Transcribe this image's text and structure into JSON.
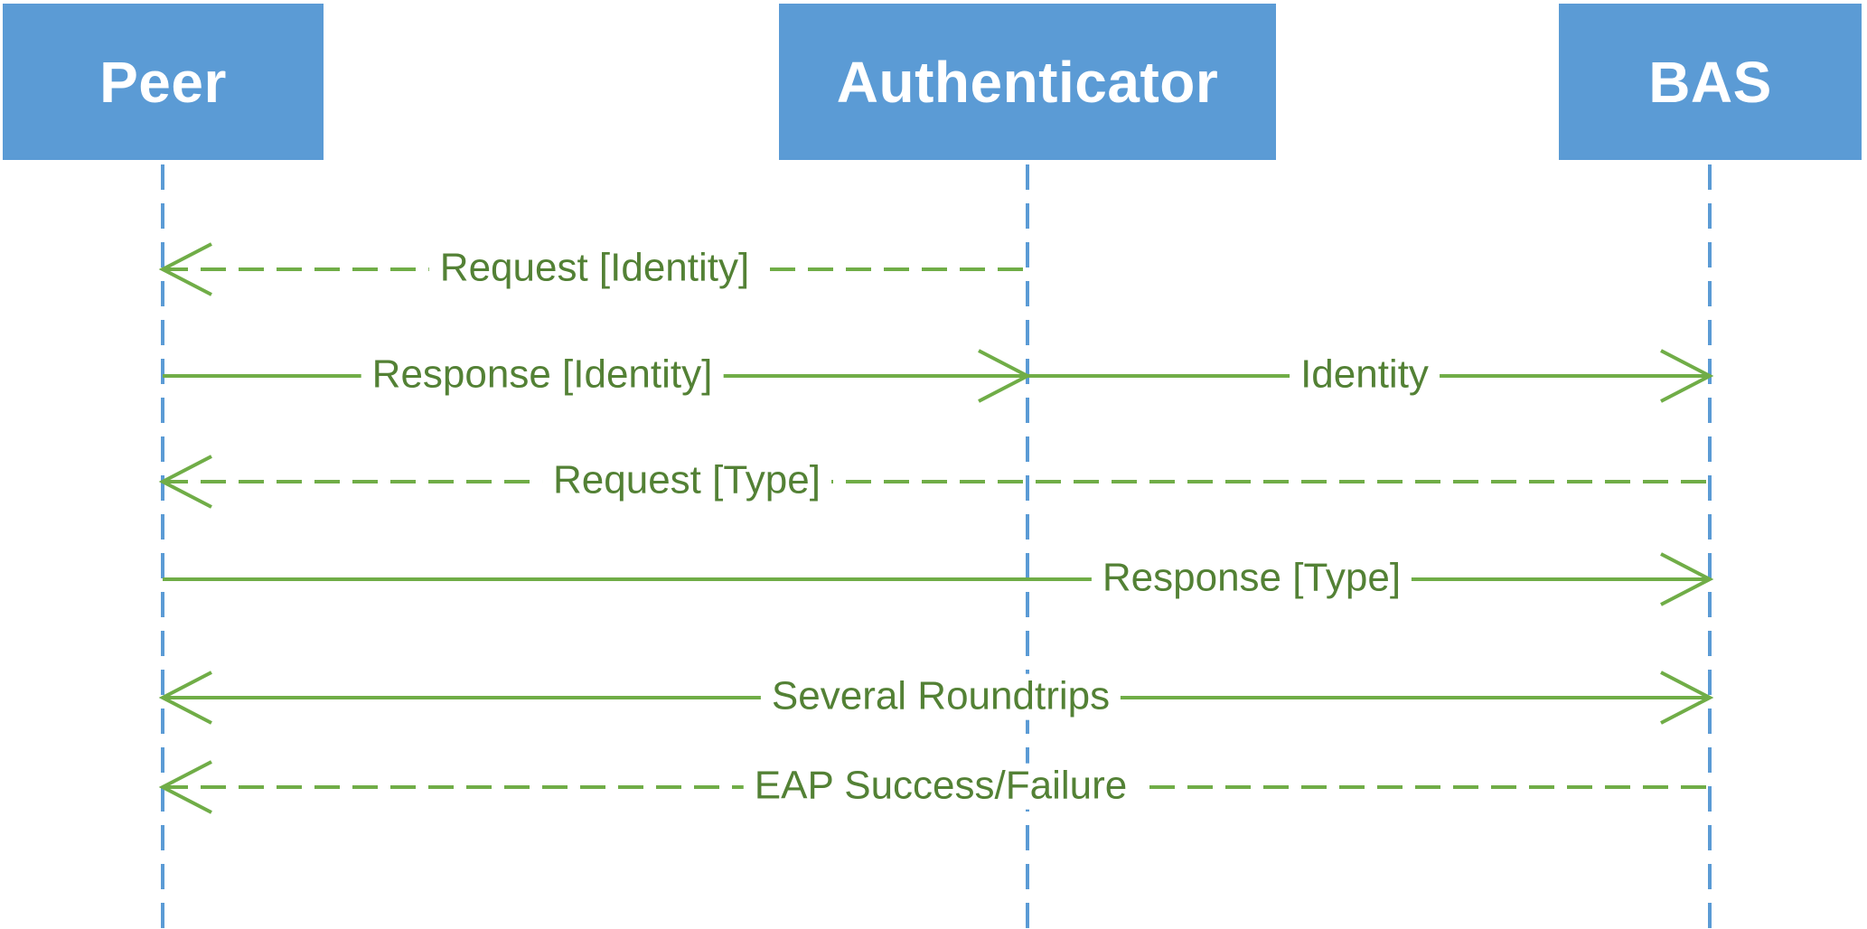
{
  "diagram": {
    "type": "sequence-diagram",
    "topic": "EAP authentication message flow"
  },
  "colors": {
    "background": "#FFFFFF",
    "actor_fill": "#5B9BD5",
    "lifeline": "#5B9BD5",
    "line_green": "#70AD47",
    "label_green": "#538135"
  },
  "actors": [
    {
      "name": "Peer"
    },
    {
      "name": "Authenticator"
    },
    {
      "name": "BAS"
    }
  ],
  "messages": [
    {
      "label": "Request [Identity]",
      "from": "Authenticator",
      "to": "Peer",
      "line_style": "dashed",
      "direction": "left"
    },
    {
      "label": "Response [Identity]",
      "from": "Peer",
      "to": "Authenticator",
      "line_style": "solid",
      "direction": "right"
    },
    {
      "label": "Identity",
      "from": "Authenticator",
      "to": "BAS",
      "line_style": "solid",
      "direction": "right"
    },
    {
      "label": "Request [Type]",
      "from": "BAS",
      "to": "Peer",
      "line_style": "dashed",
      "direction": "left"
    },
    {
      "label": "Response [Type]",
      "from": "Peer",
      "to": "BAS",
      "line_style": "solid",
      "direction": "right"
    },
    {
      "label": "Several Roundtrips",
      "from": "Peer",
      "to": "BAS",
      "line_style": "solid",
      "direction": "bidirectional"
    },
    {
      "label": "EAP Success/Failure",
      "from": "BAS",
      "to": "Peer",
      "line_style": "dashed",
      "direction": "left"
    }
  ]
}
